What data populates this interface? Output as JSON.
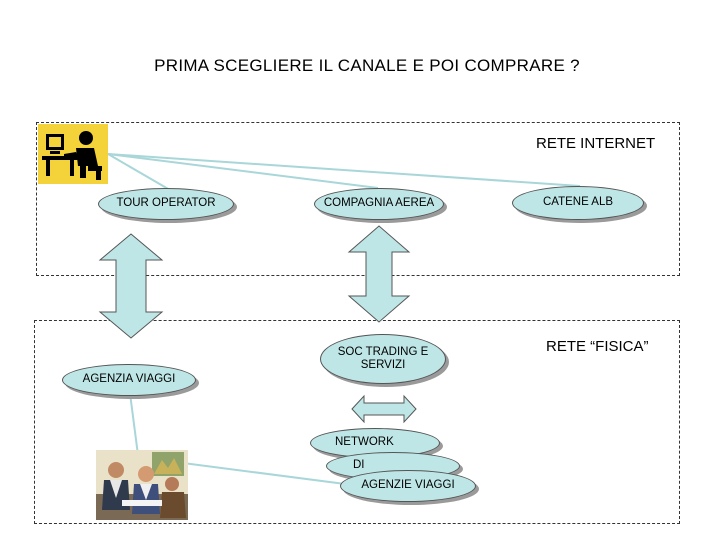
{
  "title": "PRIMA  SCEGLIERE IL CANALE E POI COMPRARE ?",
  "zones": {
    "internet_label": "RETE INTERNET",
    "fisica_label": "RETE “FISICA”"
  },
  "nodes": {
    "tour_operator": "TOUR OPERATOR",
    "compagnia_aerea": "COMPAGNIA AEREA",
    "catene_alb": "CATENE ALB",
    "agenzia_viaggi": "AGENZIA VIAGGI",
    "soc_trading": "SOC TRADING E SERVIZI",
    "network": "NETWORK",
    "di": "DI",
    "agenzie_viaggi": "AGENZIE VIAGGI"
  },
  "icons": {
    "computer_user": "computer-user-icon",
    "meeting": "meeting-people-icon"
  },
  "colors": {
    "node_fill": "#bfe6e6",
    "link_line": "#a9d6d9",
    "clipart_bg": "#f4d33a"
  }
}
